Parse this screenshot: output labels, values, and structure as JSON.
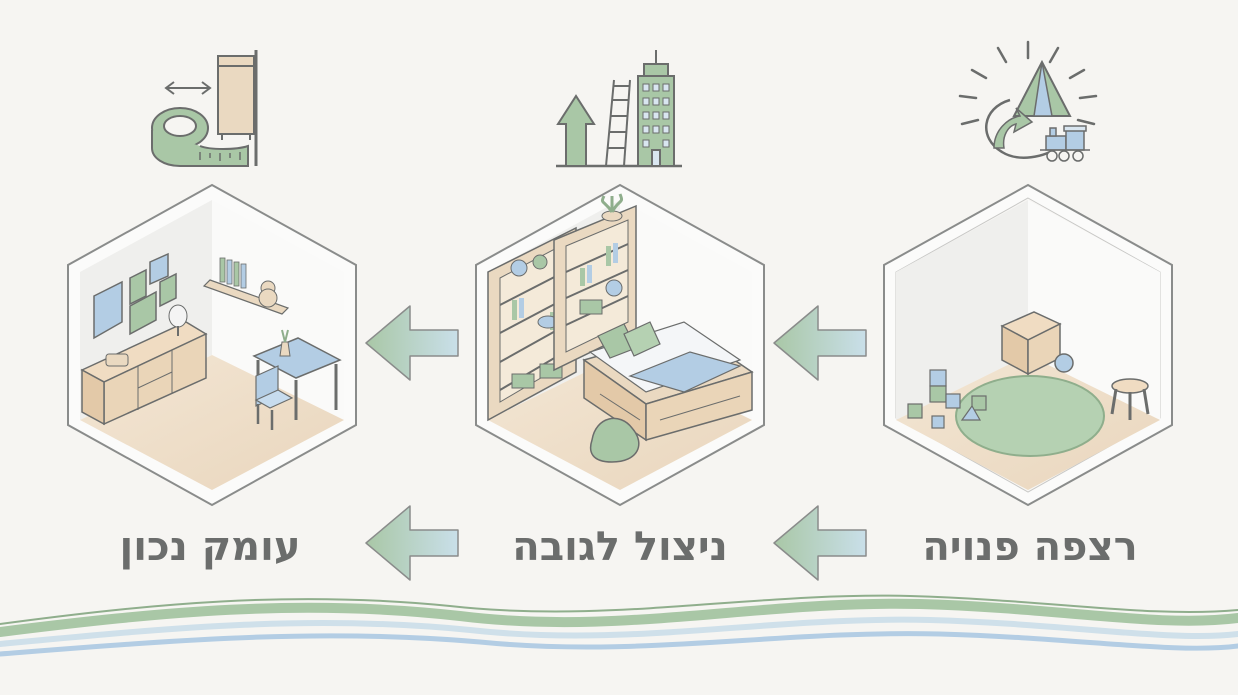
{
  "steps": [
    {
      "label": "רצפה פנויה",
      "icon": "tent-and-train-icon",
      "scene": "empty-floor-room"
    },
    {
      "label": "ניצול לגובה",
      "icon": "vertical-growth-icon",
      "scene": "tall-shelves-room"
    },
    {
      "label": "עומק נכון",
      "icon": "measuring-tape-icon",
      "scene": "shallow-furniture-room"
    }
  ],
  "flow_direction": "right-to-left",
  "colors": {
    "background": "#f6f5f2",
    "sage_green": "#a9c7a6",
    "light_blue": "#b9d3e8",
    "wood": "#ead9c1",
    "outline": "#6b6d6c",
    "text": "#6b6d6c"
  }
}
